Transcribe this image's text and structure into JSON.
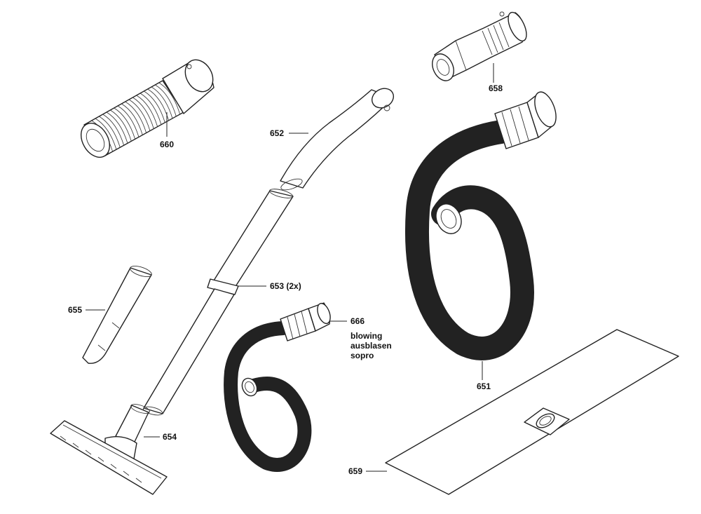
{
  "labels": {
    "p651": "651",
    "p652": "652",
    "p653": "653 (2x)",
    "p654": "654",
    "p655": "655",
    "p658": "658",
    "p659": "659",
    "p660": "660",
    "p666": "666",
    "note_line1": "blowing",
    "note_line2": "ausblasen",
    "note_line3": "sopro"
  }
}
